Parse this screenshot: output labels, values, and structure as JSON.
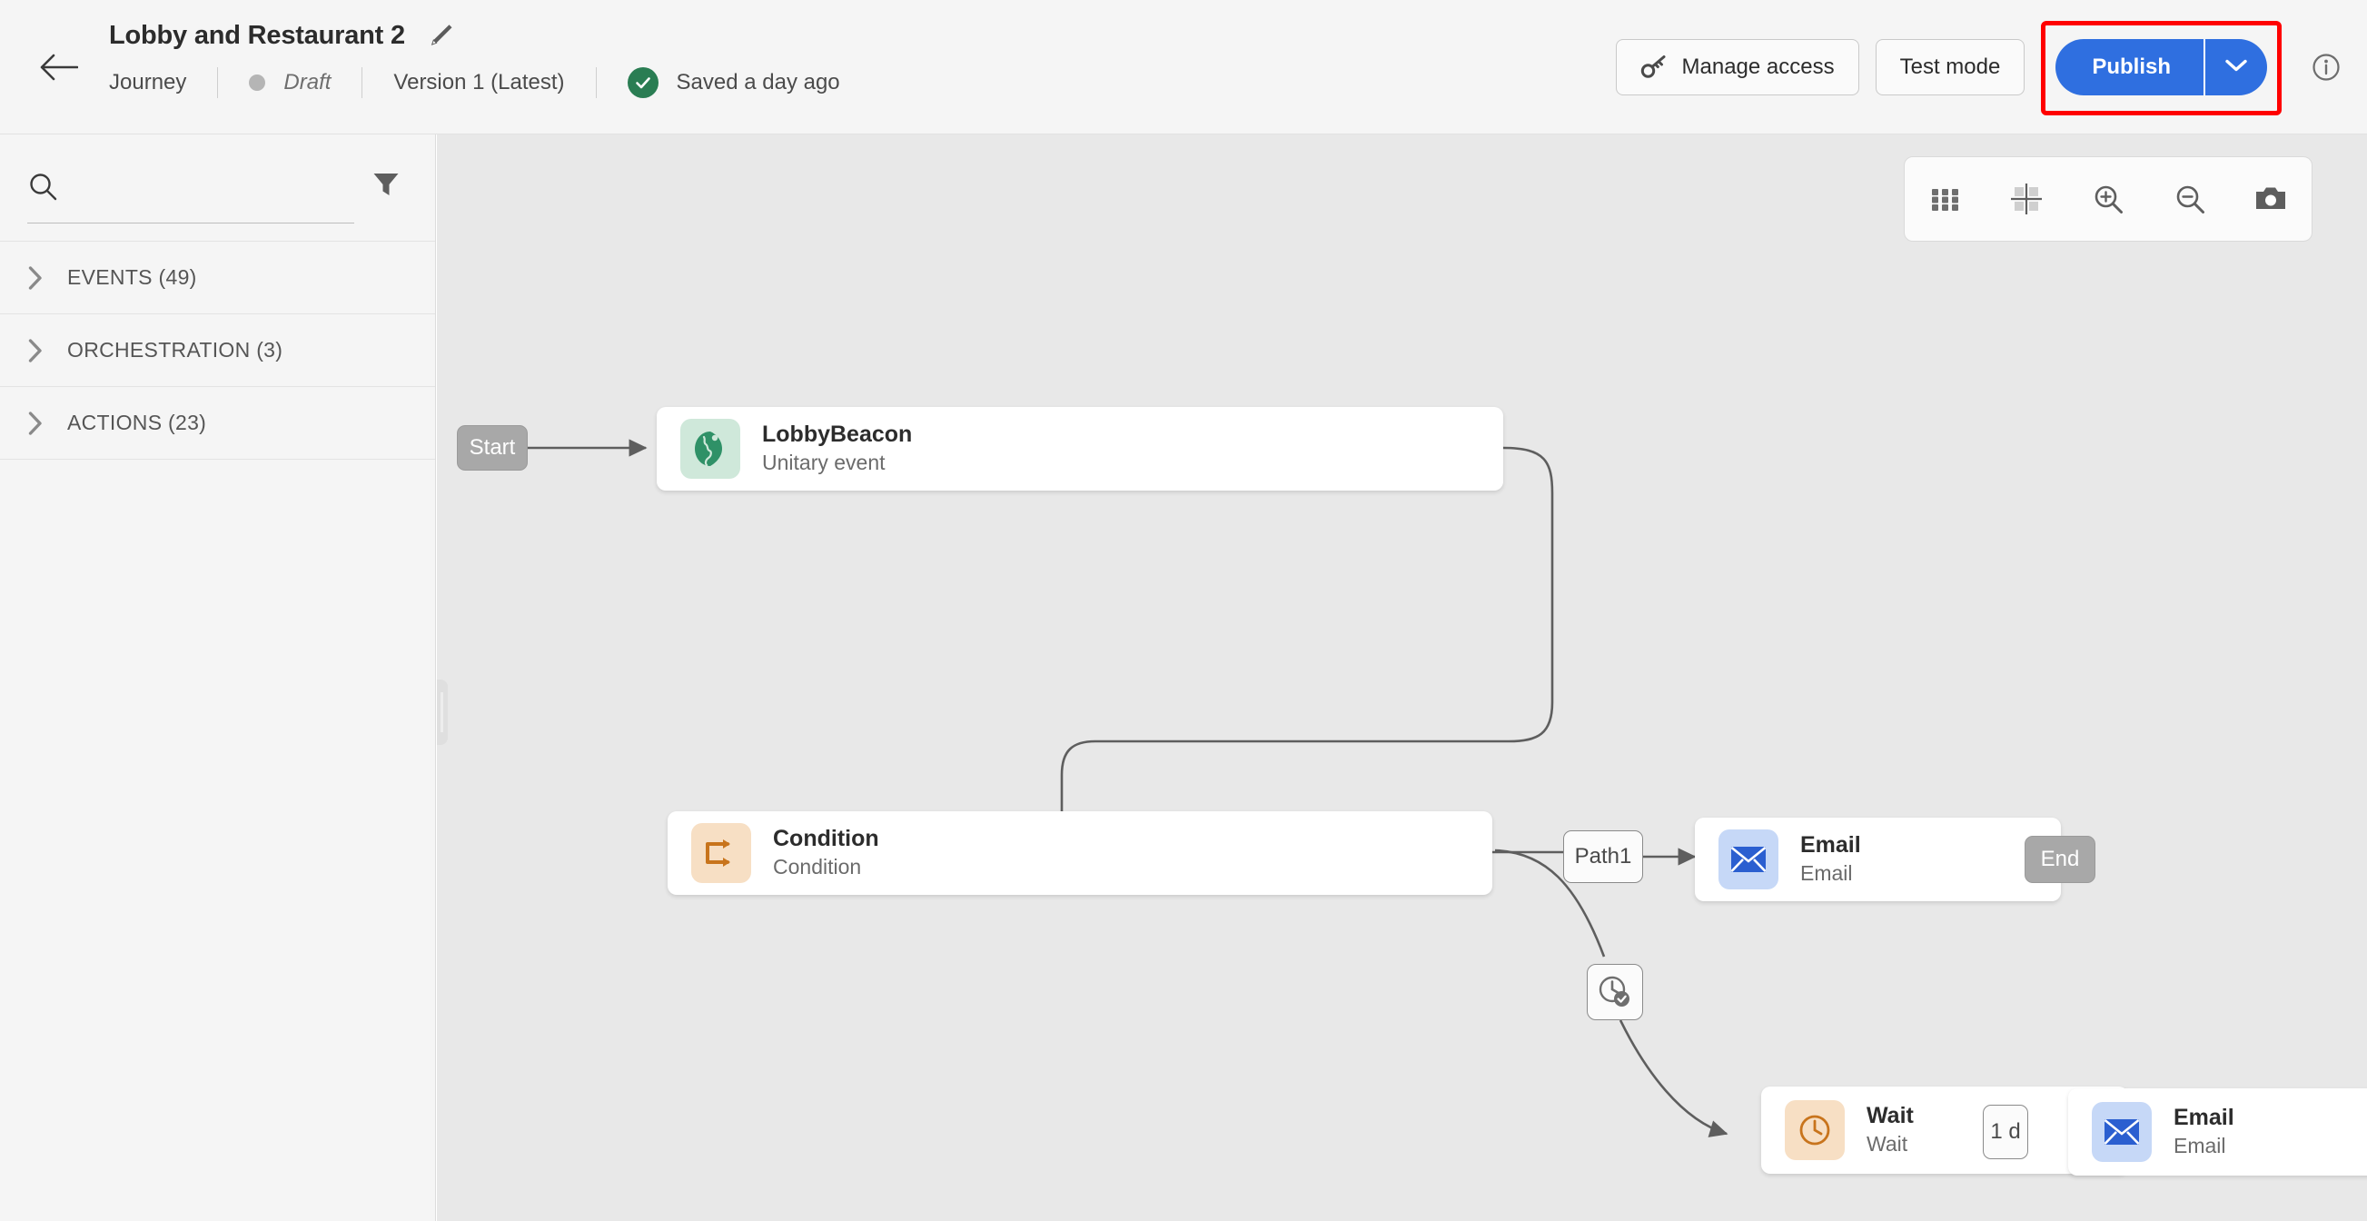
{
  "header": {
    "back_icon": "arrow-left-icon",
    "title": "Lobby and Restaurant 2",
    "edit_icon": "pencil-icon",
    "type_label": "Journey",
    "status_label": "Draft",
    "version_label": "Version 1 (Latest)",
    "saved_label": "Saved a day ago",
    "saved_icon": "check-circle-icon",
    "manage_access_label": "Manage access",
    "manage_access_icon": "key-icon",
    "test_mode_label": "Test mode",
    "publish_label": "Publish",
    "publish_caret_icon": "chevron-down-icon",
    "info_icon": "info-circle-icon",
    "highlight_color": "#ff0000",
    "accent_color": "#2f6fe0",
    "saved_color": "#2a7d53"
  },
  "sidebar": {
    "search": {
      "value": "",
      "placeholder": "",
      "icon": "search-icon"
    },
    "filter_icon": "filter-icon",
    "sections": [
      {
        "label": "EVENTS (49)",
        "icon": "chevron-right-icon",
        "name": "events"
      },
      {
        "label": "ORCHESTRATION (3)",
        "icon": "chevron-right-icon",
        "name": "orchestration"
      },
      {
        "label": "ACTIONS (23)",
        "icon": "chevron-right-icon",
        "name": "actions"
      }
    ]
  },
  "canvas": {
    "background_color": "#e8e8e8",
    "toolbar": [
      {
        "name": "grid-icon",
        "label": "grid"
      },
      {
        "name": "fit-to-screen-icon",
        "label": "fit"
      },
      {
        "name": "zoom-in-icon",
        "label": "zoom in"
      },
      {
        "name": "zoom-out-icon",
        "label": "zoom out"
      },
      {
        "name": "camera-icon",
        "label": "screenshot"
      }
    ],
    "start_label": "Start",
    "end_label": "End",
    "path_label": "Path1",
    "wait_duration_label": "1 d",
    "timer_badge_icon": "clock-check-icon",
    "nodes": [
      {
        "name": "lobbybeacon",
        "title": "LobbyBeacon",
        "subtitle": "Unitary event",
        "icon": "globe-icon",
        "icon_bg": "#cfe8da",
        "icon_color": "#2f9167"
      },
      {
        "name": "condition",
        "title": "Condition",
        "subtitle": "Condition",
        "icon": "branch-icon",
        "icon_bg": "#f7dfc4",
        "icon_color": "#c8741c"
      },
      {
        "name": "email-1",
        "title": "Email",
        "subtitle": "Email",
        "icon": "envelope-icon",
        "icon_bg": "#c6d8f7",
        "icon_color": "#2b5fd0"
      },
      {
        "name": "wait",
        "title": "Wait",
        "subtitle": "Wait",
        "icon": "clock-icon",
        "icon_bg": "#f7dfc4",
        "icon_color": "#c8741c"
      },
      {
        "name": "email-2",
        "title": "Email",
        "subtitle": "Email",
        "icon": "envelope-icon",
        "icon_bg": "#c6d8f7",
        "icon_color": "#2b5fd0"
      }
    ]
  }
}
